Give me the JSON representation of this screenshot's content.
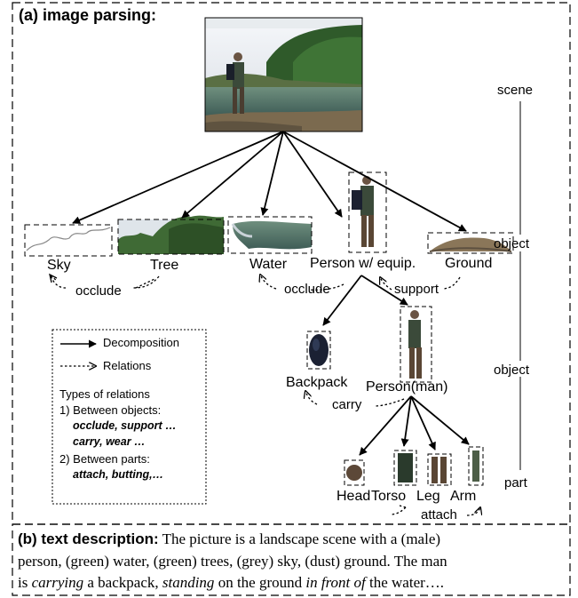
{
  "panel_a": {
    "title": "(a) image parsing:",
    "levels": {
      "scene": "scene",
      "object1": "object",
      "object2": "object",
      "part": "part"
    },
    "objects": {
      "sky": "Sky",
      "tree": "Tree",
      "water": "Water",
      "person": "Person w/ equip.",
      "ground": "Ground"
    },
    "subobjects": {
      "backpack": "Backpack",
      "person_man": "Person(man)"
    },
    "parts": {
      "head": "Head",
      "torso": "Torso",
      "leg": "Leg",
      "arm": "Arm"
    },
    "relations": {
      "occlude1": "occlude",
      "occlude2": "occlude",
      "support": "support",
      "carry": "carry",
      "attach": "attach"
    },
    "legend": {
      "decomposition": "Decomposition",
      "relations": "Relations",
      "types_title": "Types of relations",
      "between_objects": "1) Between objects:",
      "objects_examples_1": "occlude, support …",
      "objects_examples_2": "carry, wear …",
      "between_parts": "2) Between parts:",
      "parts_examples": "attach, butting,…"
    }
  },
  "panel_b": {
    "label": "(b) text description:",
    "line1": " The picture is  a landscape scene with a (male)",
    "line2": "person, (green) water, (green) trees, (grey) sky, (dust) ground. The man",
    "line3_pre": "is ",
    "line3_carrying": "carrying",
    "line3_mid1": " a backpack, ",
    "line3_standing": "standing",
    "line3_mid2": " on the ground ",
    "line3_infront": "in front of",
    "line3_post": " the water…."
  }
}
